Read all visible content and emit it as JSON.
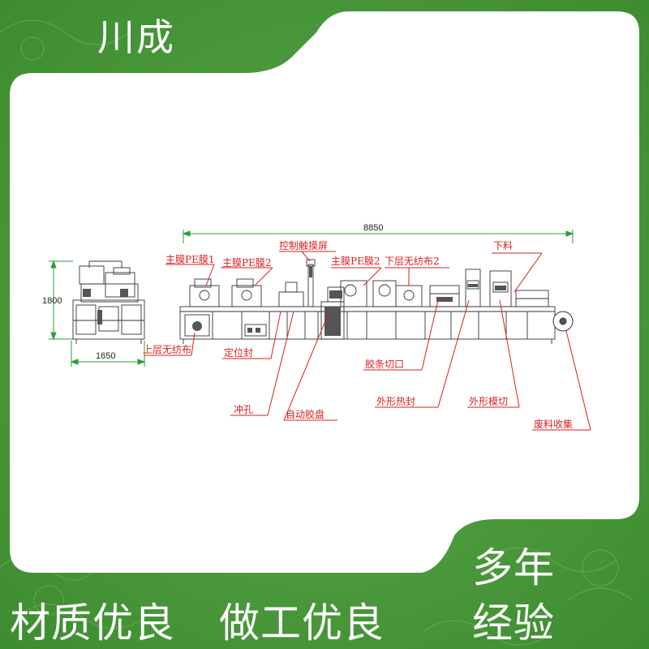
{
  "brand": "川成",
  "diagram": {
    "dimension_top": "8850",
    "dimension_height": "1800",
    "dimension_left_width": "1650",
    "labels": {
      "main_film_pe1": "主膜PE膜1",
      "main_film_pe2_a": "主膜PE膜2",
      "touch_screen": "控制触摸屏",
      "main_film_pe2_b": "主膜PE膜2",
      "lower_nonwoven2": "下层无纺布2",
      "unloading": "下料",
      "upper_nonwoven": "上层无纺布",
      "positioning_seal": "定位封",
      "strip_cut": "胶条切口",
      "punching": "冲孔",
      "auto_tape_reel": "自动胶盘",
      "outline_heat_seal": "外形热封",
      "outline_die_cut": "外形模切",
      "waste_collection": "废料收集"
    }
  },
  "taglines": {
    "left": "材质优良",
    "middle": "做工优良",
    "right_line1": "多年",
    "right_line2": "经验"
  },
  "colors": {
    "background_green": "#4a9a3a",
    "panel_white": "#ffffff",
    "dimension_green": "#2e9d3a",
    "callout_red": "#d81f1f"
  }
}
